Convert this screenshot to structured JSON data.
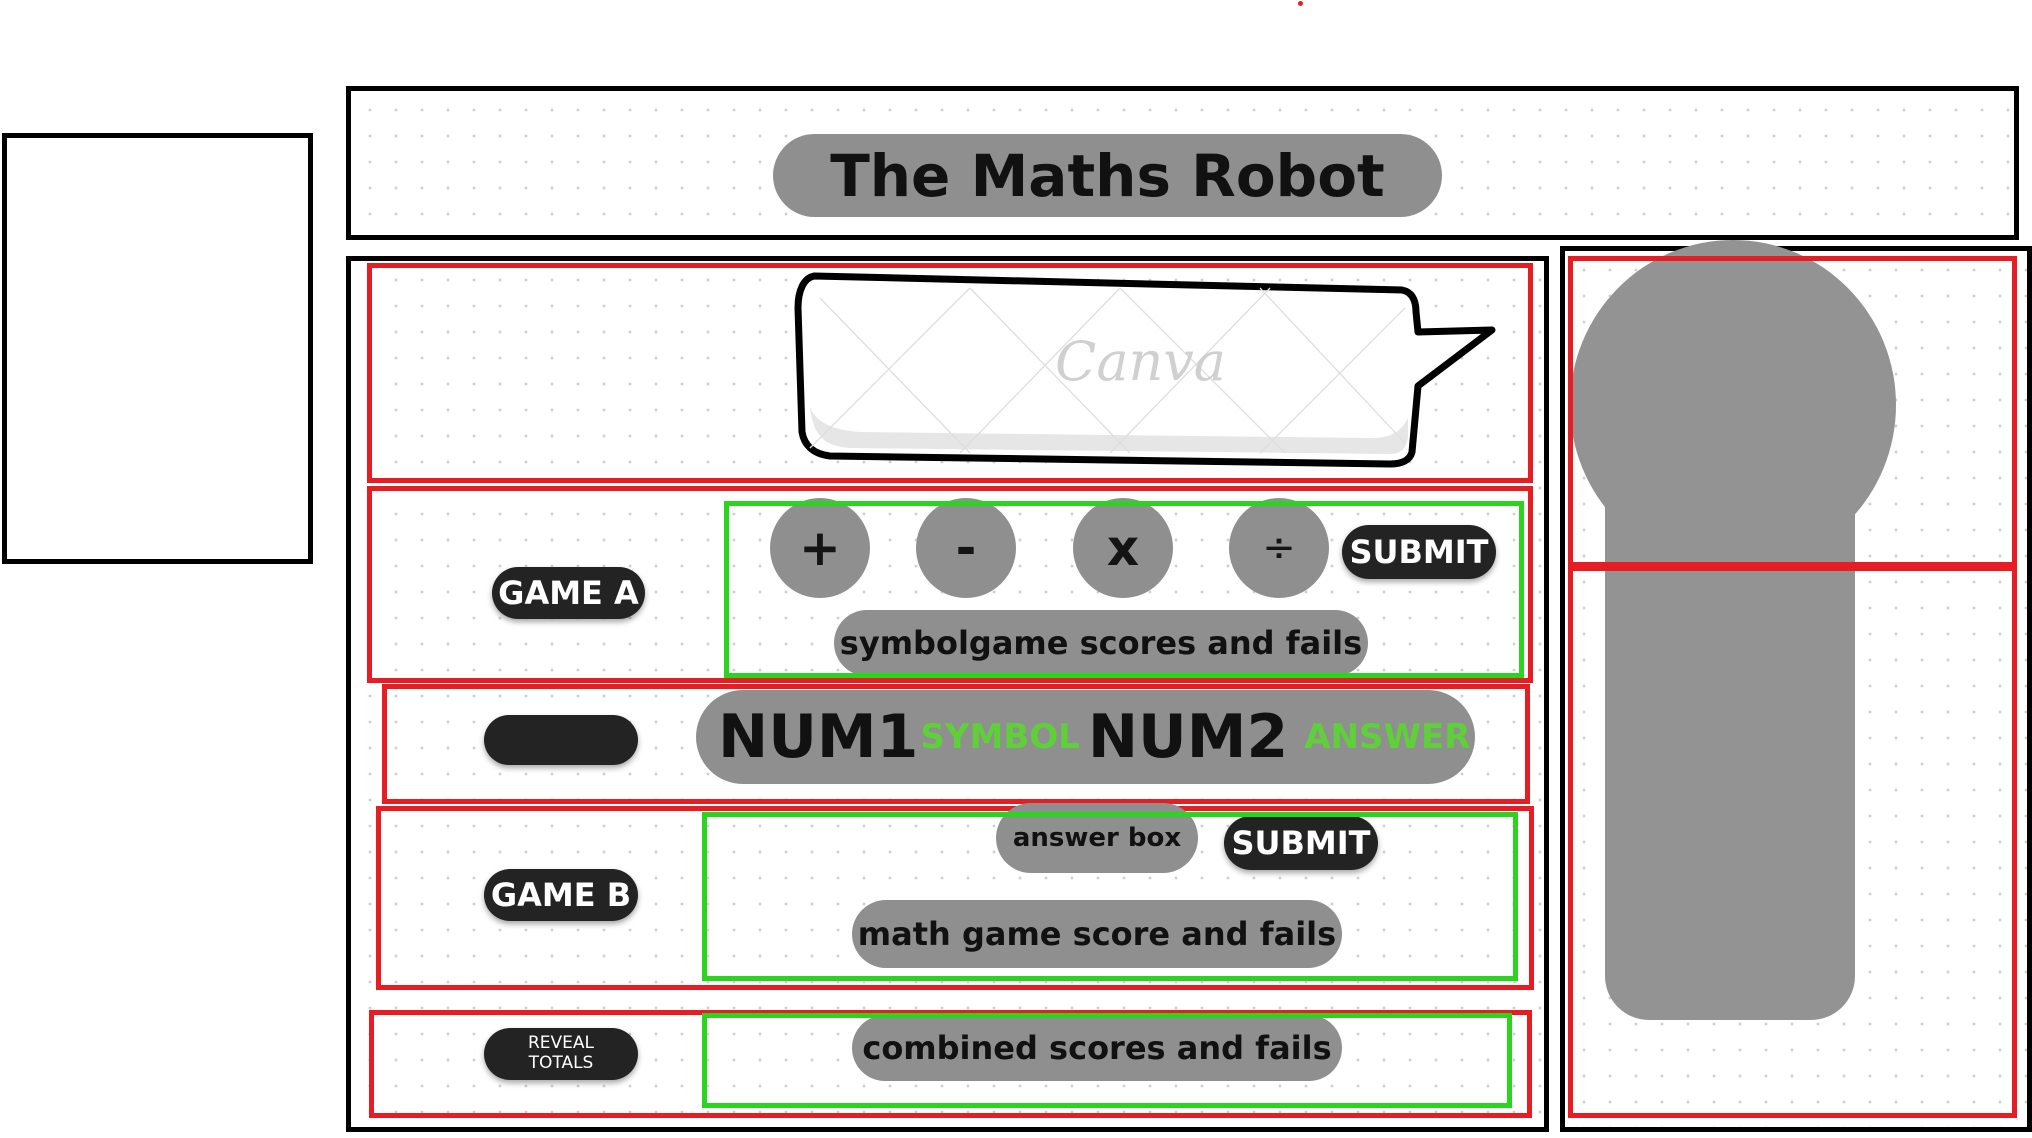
{
  "title": "The Maths Robot",
  "speech_bubble": {
    "watermark": "Canva"
  },
  "game_a": {
    "label": "GAME A",
    "operators": [
      "+",
      "-",
      "x",
      "÷"
    ],
    "submit_label": "SUBMIT",
    "scores_label": "symbolgame scores and fails"
  },
  "equation": {
    "num1": "NUM1",
    "symbol": "SYMBOL",
    "num2": "NUM2",
    "answer": "ANSWER",
    "accent_color": "#5fcf3a"
  },
  "game_b": {
    "label": "GAME B",
    "answer_box_label": "answer box",
    "submit_label": "SUBMIT",
    "scores_label": "math game score and fails"
  },
  "totals": {
    "reveal_line1": "REVEAL",
    "reveal_line2": "TOTALS",
    "scores_label": "combined scores and fails"
  },
  "colors": {
    "section_outline": "#e61e24",
    "group_outline": "#2bd41e",
    "pill_grey": "#8f8f8f",
    "button_dark": "#232323"
  }
}
